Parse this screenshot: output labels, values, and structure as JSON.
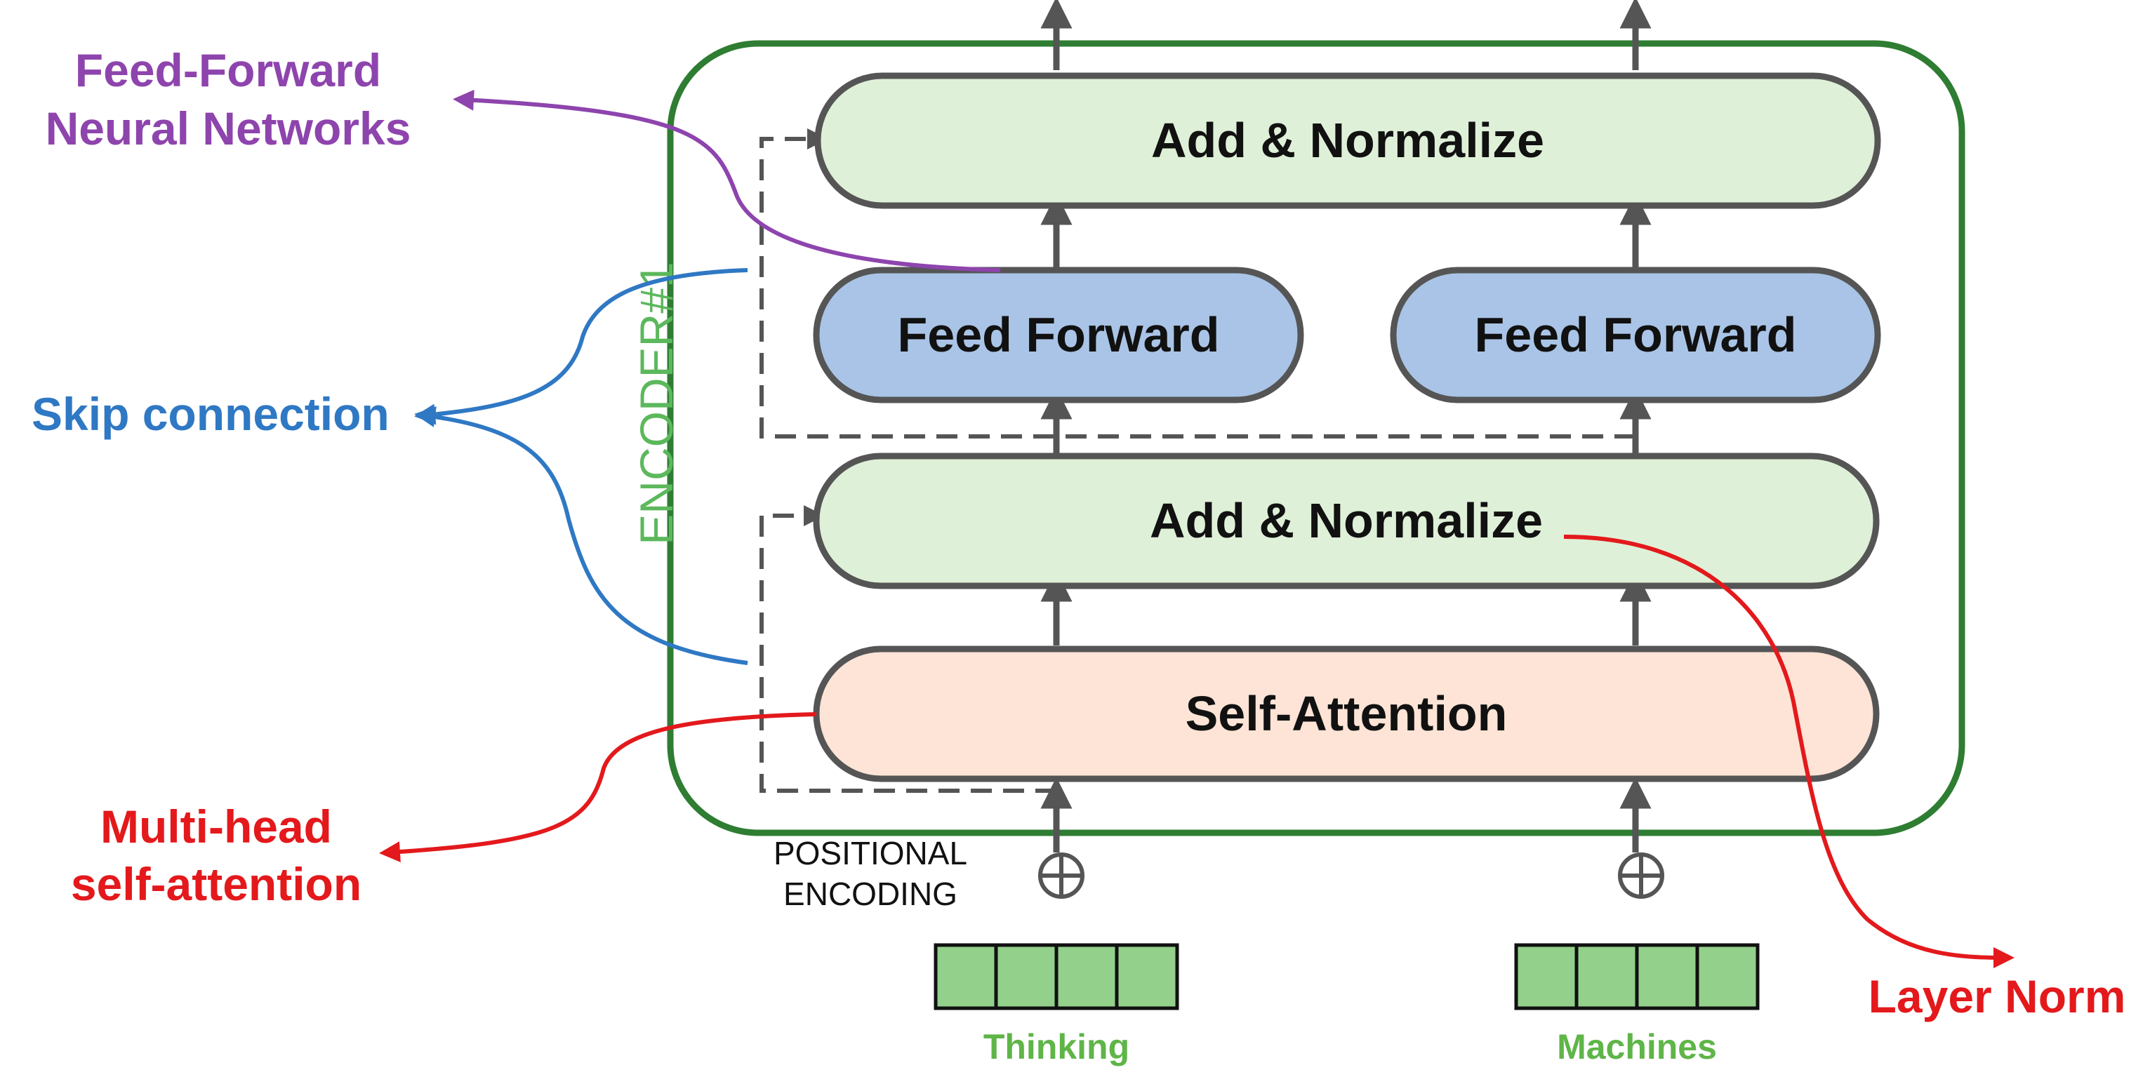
{
  "encoder_label": "ENCODER#1",
  "blocks": {
    "add_norm_top": "Add & Normalize",
    "feed_forward_left": "Feed Forward",
    "feed_forward_right": "Feed Forward",
    "add_norm_bottom": "Add & Normalize",
    "self_attention": "Self-Attention"
  },
  "annotations": {
    "ffn_line1": "Feed-Forward",
    "ffn_line2": "Neural Networks",
    "skip": "Skip connection",
    "mha_line1": "Multi-head",
    "mha_line2": "self-attention",
    "layer_norm": "Layer Norm"
  },
  "positional": {
    "line1": "POSITIONAL",
    "line2": "ENCODING",
    "symbol": "⊕"
  },
  "inputs": [
    {
      "word": "Thinking",
      "cells": 4
    },
    {
      "word": "Machines",
      "cells": 4
    }
  ],
  "colors": {
    "encoder_border": "#2e7d32",
    "encoder_label": "#5cb85c",
    "add_norm_fill": "#dff0d8",
    "feed_forward_fill": "#a9c4e6",
    "self_attention_fill": "#fde4d6",
    "block_border": "#555555",
    "arrow": "#555555",
    "ffn_annotation": "#8e44ad",
    "skip_annotation": "#2f78c4",
    "red_annotation": "#e3191c",
    "input_cell": "#93d08b",
    "input_word": "#5fb548"
  }
}
